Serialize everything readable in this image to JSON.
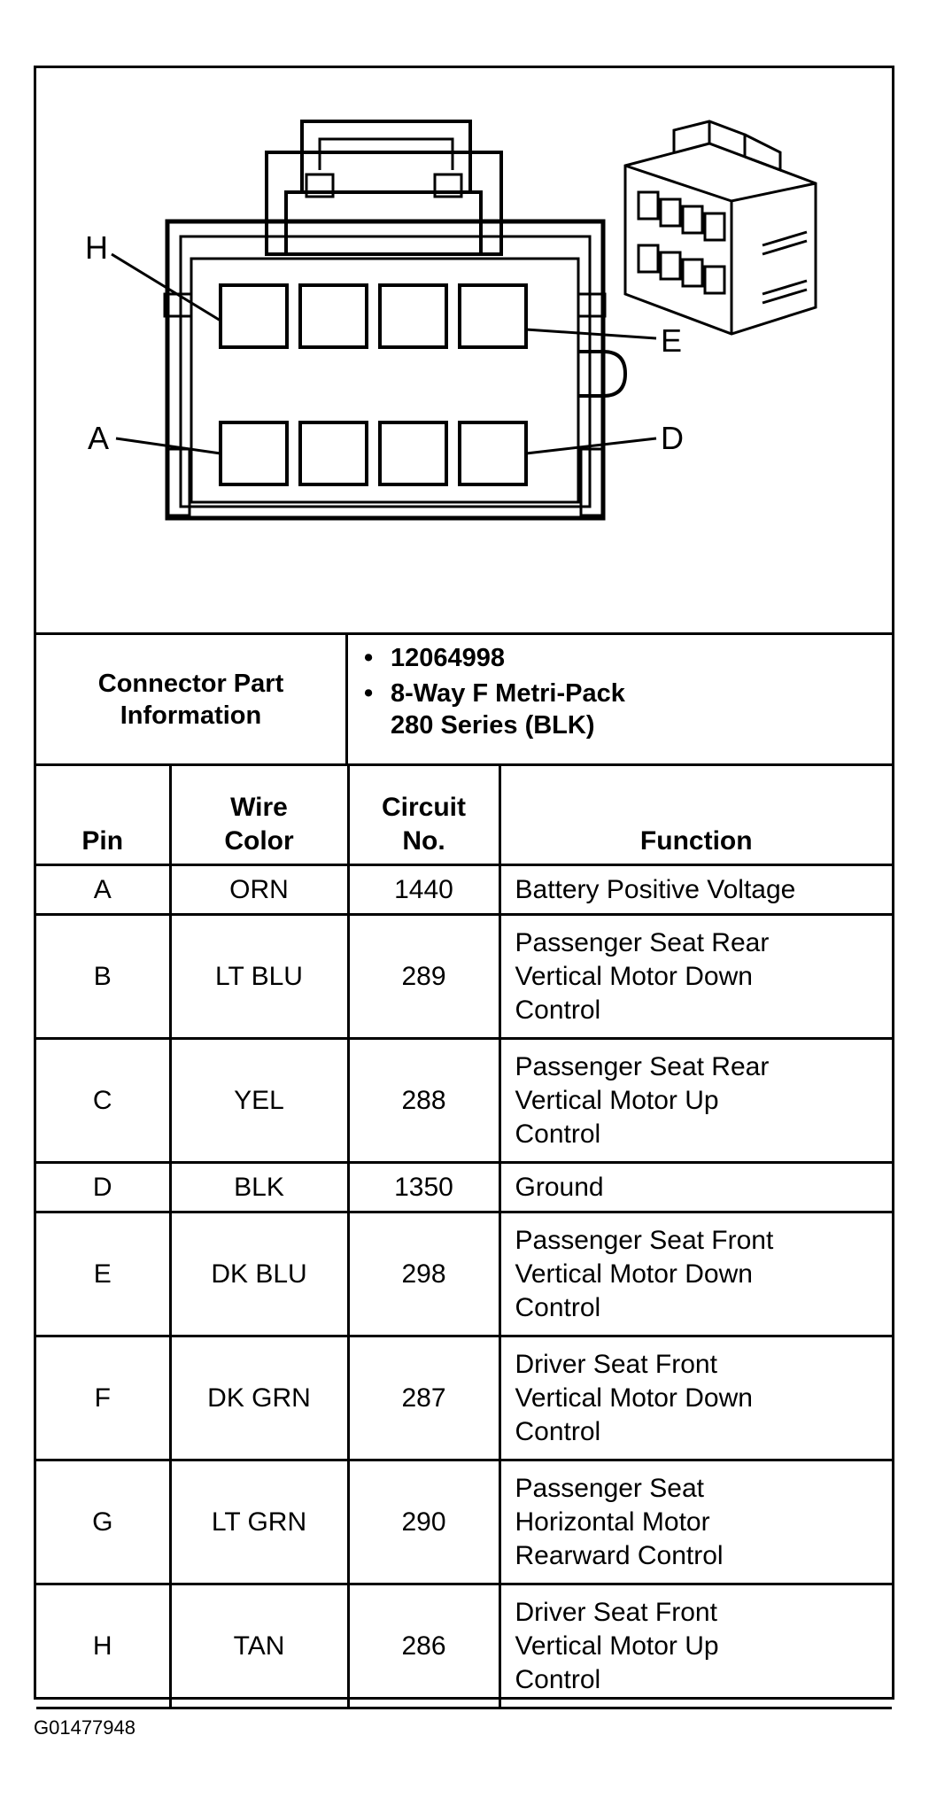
{
  "diagram": {
    "labels": {
      "h": "H",
      "e": "E",
      "a": "A",
      "d": "D"
    }
  },
  "connector_info": {
    "label": "Connector Part Information",
    "values": [
      "12064998",
      "8-Way F Metri-Pack\n280 Series (BLK)"
    ]
  },
  "table": {
    "headers": {
      "pin": "Pin",
      "wire_color": "Wire Color",
      "circuit_no": "Circuit No.",
      "function": "Function"
    },
    "rows": [
      {
        "pin": "A",
        "wire_color": "ORN",
        "circuit_no": "1440",
        "function": "Battery Positive Voltage"
      },
      {
        "pin": "B",
        "wire_color": "LT BLU",
        "circuit_no": "289",
        "function": "Passenger Seat Rear\nVertical Motor Down\nControl"
      },
      {
        "pin": "C",
        "wire_color": "YEL",
        "circuit_no": "288",
        "function": "Passenger Seat Rear\nVertical Motor Up\nControl"
      },
      {
        "pin": "D",
        "wire_color": "BLK",
        "circuit_no": "1350",
        "function": "Ground"
      },
      {
        "pin": "E",
        "wire_color": "DK BLU",
        "circuit_no": "298",
        "function": "Passenger Seat Front\nVertical Motor Down\nControl"
      },
      {
        "pin": "F",
        "wire_color": "DK GRN",
        "circuit_no": "287",
        "function": "Driver Seat Front\nVertical Motor Down\nControl"
      },
      {
        "pin": "G",
        "wire_color": "LT GRN",
        "circuit_no": "290",
        "function": "Passenger Seat\nHorizontal Motor\nRearward Control"
      },
      {
        "pin": "H",
        "wire_color": "TAN",
        "circuit_no": "286",
        "function": "Driver Seat Front\nVertical Motor Up\nControl"
      }
    ]
  },
  "figure_number": "G01477948"
}
